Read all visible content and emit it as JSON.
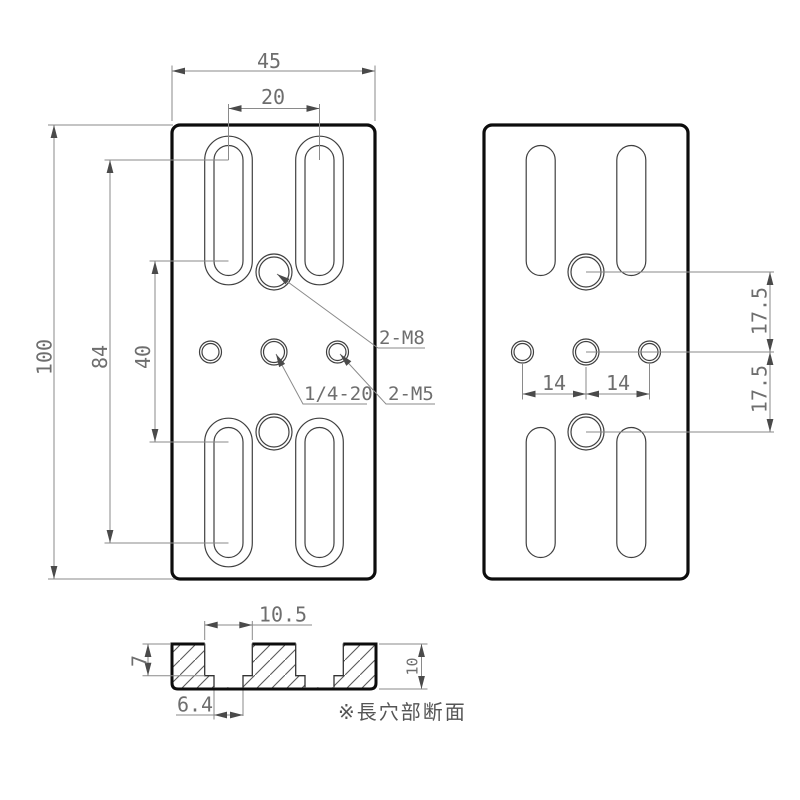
{
  "drawing": {
    "front_view": {
      "dim_width": "45",
      "dim_slot_pitch": "20",
      "dim_height": "100",
      "dim_slot_span_outer": "84",
      "dim_slot_span_inner": "40",
      "label_m8_holes": "2-M8",
      "label_quarter_20_hole": "1/4-20",
      "label_m5_holes": "2-M5"
    },
    "back_view": {
      "dim_hole_pitch_left": "14",
      "dim_hole_pitch_right": "14",
      "dim_offset_upper": "17.5",
      "dim_offset_lower": "17.5"
    },
    "section_view": {
      "dim_counterbore_width": "10.5",
      "dim_counterbore_depth": "7",
      "dim_slot_width": "6.4",
      "dim_thickness": "10",
      "note": "※長穴部断面"
    },
    "colors": {
      "plate_outline": "#0d0d0d",
      "feature_line": "#404040",
      "dimension_line": "#8a8a8a",
      "dimension_text": "#6e6e6e",
      "hatch_line": "#5a5a5a",
      "background": "#ffffff"
    }
  }
}
